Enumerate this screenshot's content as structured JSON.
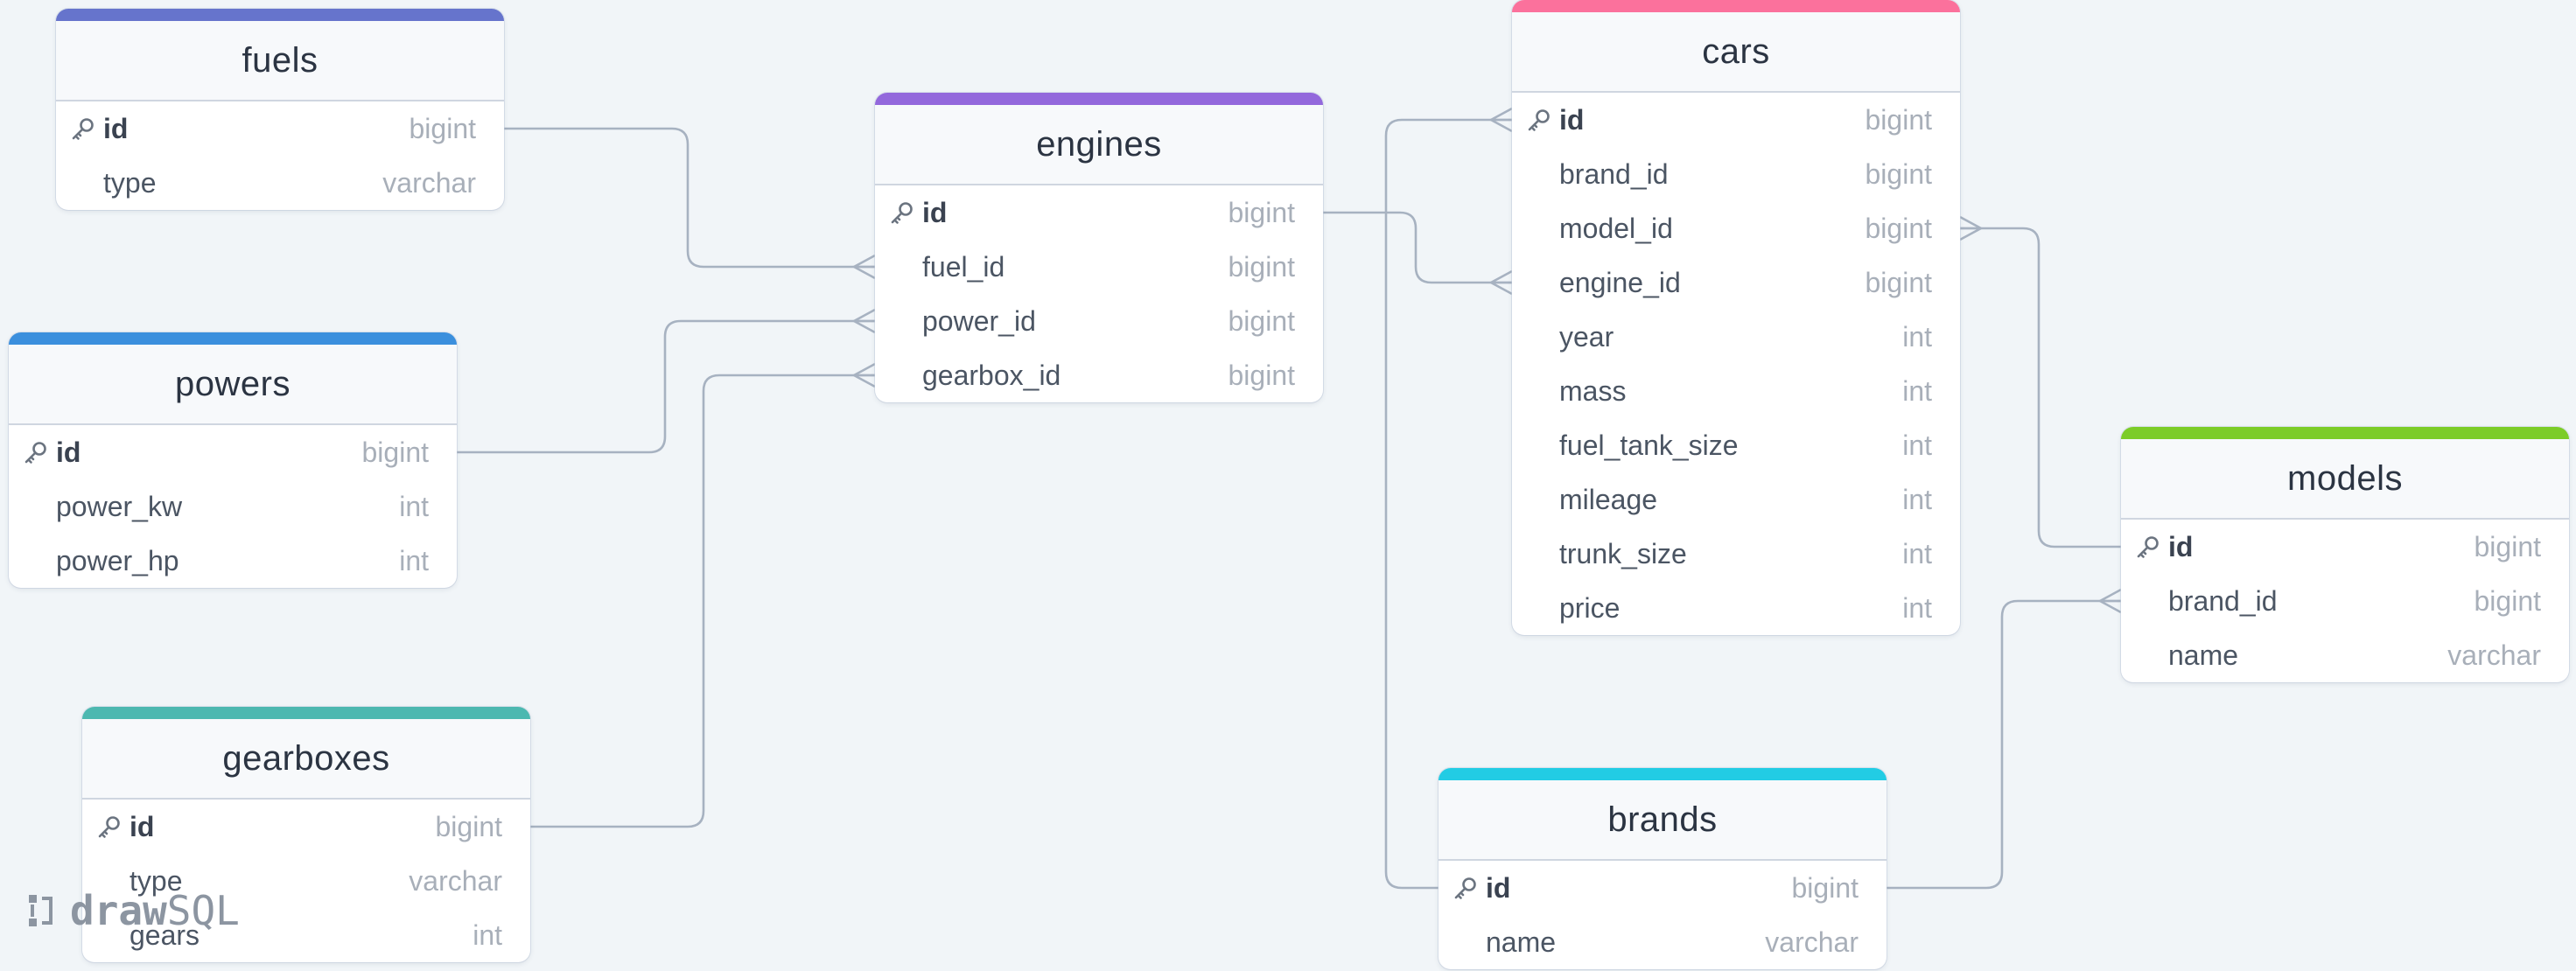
{
  "brand": {
    "word1": "draw",
    "word2": "SQL"
  },
  "colors": {
    "fuels": "#6674cc",
    "powers": "#3b8fdd",
    "gearboxes": "#4db8b0",
    "engines": "#9368dc",
    "cars": "#fb719c",
    "brands": "#22cce4",
    "models": "#7ccc28",
    "line": "#a7b2c1"
  },
  "tables": [
    {
      "id": "fuels",
      "name": "fuels",
      "columns": [
        {
          "name": "id",
          "type": "bigint",
          "pk": true
        },
        {
          "name": "type",
          "type": "varchar"
        }
      ]
    },
    {
      "id": "powers",
      "name": "powers",
      "columns": [
        {
          "name": "id",
          "type": "bigint",
          "pk": true
        },
        {
          "name": "power_kw",
          "type": "int"
        },
        {
          "name": "power_hp",
          "type": "int"
        }
      ]
    },
    {
      "id": "gearboxes",
      "name": "gearboxes",
      "columns": [
        {
          "name": "id",
          "type": "bigint",
          "pk": true
        },
        {
          "name": "type",
          "type": "varchar"
        },
        {
          "name": "gears",
          "type": "int"
        }
      ]
    },
    {
      "id": "engines",
      "name": "engines",
      "columns": [
        {
          "name": "id",
          "type": "bigint",
          "pk": true
        },
        {
          "name": "fuel_id",
          "type": "bigint"
        },
        {
          "name": "power_id",
          "type": "bigint"
        },
        {
          "name": "gearbox_id",
          "type": "bigint"
        }
      ]
    },
    {
      "id": "cars",
      "name": "cars",
      "columns": [
        {
          "name": "id",
          "type": "bigint",
          "pk": true
        },
        {
          "name": "brand_id",
          "type": "bigint"
        },
        {
          "name": "model_id",
          "type": "bigint"
        },
        {
          "name": "engine_id",
          "type": "bigint"
        },
        {
          "name": "year",
          "type": "int"
        },
        {
          "name": "mass",
          "type": "int"
        },
        {
          "name": "fuel_tank_size",
          "type": "int"
        },
        {
          "name": "mileage",
          "type": "int"
        },
        {
          "name": "trunk_size",
          "type": "int"
        },
        {
          "name": "price",
          "type": "int"
        }
      ]
    },
    {
      "id": "brands",
      "name": "brands",
      "columns": [
        {
          "name": "id",
          "type": "bigint",
          "pk": true
        },
        {
          "name": "name",
          "type": "varchar"
        }
      ]
    },
    {
      "id": "models",
      "name": "models",
      "columns": [
        {
          "name": "id",
          "type": "bigint",
          "pk": true
        },
        {
          "name": "brand_id",
          "type": "bigint"
        },
        {
          "name": "name",
          "type": "varchar"
        }
      ]
    }
  ],
  "relations": [
    {
      "from": "fuels.id",
      "to": "engines.fuel_id",
      "cardinality": "one-to-many"
    },
    {
      "from": "powers.id",
      "to": "engines.power_id",
      "cardinality": "one-to-many"
    },
    {
      "from": "gearboxes.id",
      "to": "engines.gearbox_id",
      "cardinality": "one-to-many"
    },
    {
      "from": "engines.id",
      "to": "cars.engine_id",
      "cardinality": "one-to-many"
    },
    {
      "from": "brands.id",
      "to": "cars.id",
      "cardinality": "one-to-many"
    },
    {
      "from": "models.id",
      "to": "cars.model_id",
      "cardinality": "one-to-many"
    },
    {
      "from": "brands.id",
      "to": "models.brand_id",
      "cardinality": "one-to-many"
    }
  ]
}
